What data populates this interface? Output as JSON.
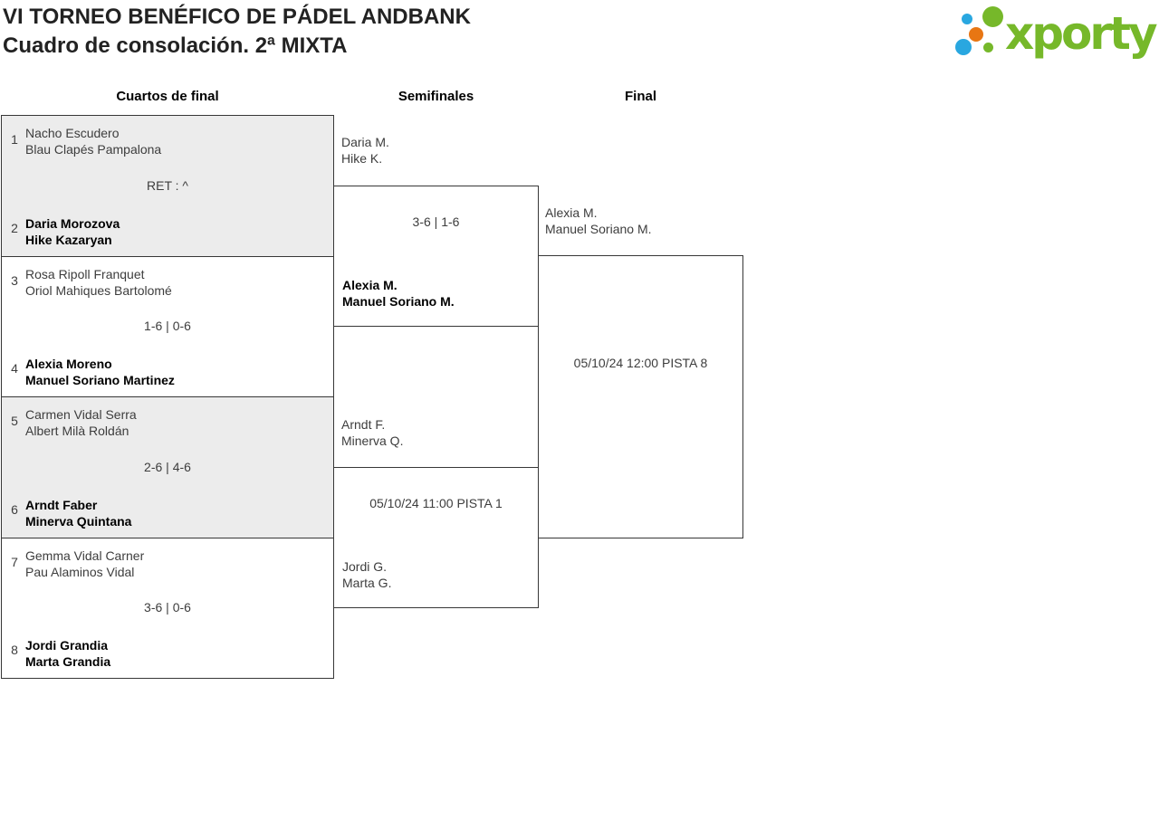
{
  "header": {
    "title": "VI TORNEO BENÉFICO DE PÁDEL ANDBANK",
    "subtitle": "Cuadro de consolación. 2ª MIXTA"
  },
  "logo": {
    "brand": "xporty",
    "colors": {
      "green": "#76b82a",
      "blue": "#29a7e0",
      "orange": "#e87613"
    }
  },
  "columns": {
    "quarterfinals": "Cuartos de final",
    "semifinals": "Semifinales",
    "final": "Final"
  },
  "bracket": {
    "quarterfinals": [
      {
        "seed_top": "1",
        "team_top": {
          "line1": "Nacho Escudero",
          "line2": "Blau Clapés Pampalona"
        },
        "score": "RET : ^",
        "seed_bottom": "2",
        "team_bottom": {
          "line1": "Daria Morozova",
          "line2": "Hike Kazaryan"
        }
      },
      {
        "seed_top": "3",
        "team_top": {
          "line1": "Rosa Ripoll Franquet",
          "line2": "Oriol Mahiques Bartolomé"
        },
        "score": "1-6 | 0-6",
        "seed_bottom": "4",
        "team_bottom": {
          "line1": "Alexia Moreno",
          "line2": "Manuel Soriano Martinez"
        }
      },
      {
        "seed_top": "5",
        "team_top": {
          "line1": "Carmen Vidal Serra",
          "line2": "Albert Milà Roldán"
        },
        "score": "2-6 | 4-6",
        "seed_bottom": "6",
        "team_bottom": {
          "line1": "Arndt Faber",
          "line2": "Minerva Quintana"
        }
      },
      {
        "seed_top": "7",
        "team_top": {
          "line1": "Gemma Vidal Carner",
          "line2": "Pau Alaminos Vidal"
        },
        "score": "3-6 | 0-6",
        "seed_bottom": "8",
        "team_bottom": {
          "line1": "Jordi Grandia",
          "line2": "Marta Grandia"
        }
      }
    ],
    "semifinals": [
      {
        "team_top": {
          "line1": "Daria M.",
          "line2": "Hike K."
        },
        "score": "3-6 | 1-6",
        "team_bottom": {
          "line1": "Alexia M.",
          "line2": "Manuel Soriano M."
        }
      },
      {
        "team_top": {
          "line1": "Arndt F.",
          "line2": "Minerva Q."
        },
        "score": "05/10/24 11:00 PISTA 1",
        "team_bottom": {
          "line1": "Jordi G.",
          "line2": "Marta G."
        }
      }
    ],
    "final": {
      "team_top": {
        "line1": "Alexia M.",
        "line2": "Manuel Soriano M."
      },
      "score": "05/10/24 12:00 PISTA 8"
    }
  }
}
